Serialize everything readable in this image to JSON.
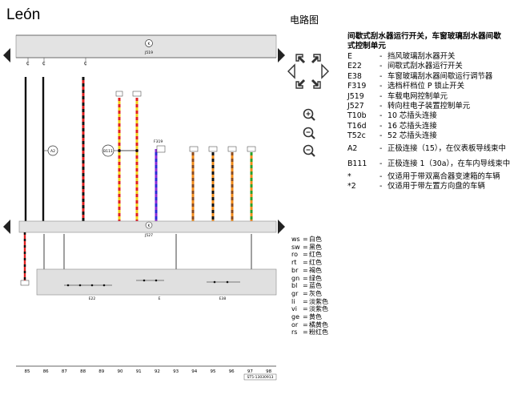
{
  "header": {
    "title": "León",
    "section_title": "电路图"
  },
  "legend": {
    "heading": "间歇式刮水器运行开关，车窗玻璃刮水器间歇式控制单元",
    "items": [
      {
        "code": "E",
        "desc": "挡风玻璃刮水器开关"
      },
      {
        "code": "E22",
        "desc": "间歇式刮水器运行开关"
      },
      {
        "code": "E38",
        "desc": "车窗玻璃刮水器间歇运行调节器"
      },
      {
        "code": "F319",
        "desc": "选档杆档位 P 锁止开关"
      },
      {
        "code": "J519",
        "desc": "车载电网控制单元"
      },
      {
        "code": "J527",
        "desc": "转向柱电子装置控制单元"
      },
      {
        "code": "T10b",
        "desc": "10 芯插头连接"
      },
      {
        "code": "T16d",
        "desc": "16 芯插头连接"
      },
      {
        "code": "T52c",
        "desc": "52 芯插头连接"
      },
      {
        "code": "A2",
        "desc": "正极连接（15），在仪表板导线束中"
      },
      {
        "code": "B111",
        "desc": "正极连接 1（30a），在车内导线束中"
      },
      {
        "code": "*",
        "desc": "仅适用于带双离合器变速箱的车辆"
      },
      {
        "code": "*2",
        "desc": "仅适用于带左置方向盘的车辆"
      }
    ]
  },
  "wire_colors": [
    {
      "code": "ws",
      "name": "白色"
    },
    {
      "code": "sw",
      "name": "黑色"
    },
    {
      "code": "ro",
      "name": "红色"
    },
    {
      "code": "rt",
      "name": "红色"
    },
    {
      "code": "br",
      "name": "褐色"
    },
    {
      "code": "gn",
      "name": "绿色"
    },
    {
      "code": "bl",
      "name": "蓝色"
    },
    {
      "code": "gr",
      "name": "灰色"
    },
    {
      "code": "li",
      "name": "淡紫色"
    },
    {
      "code": "vi",
      "name": "淡紫色"
    },
    {
      "code": "ge",
      "name": "黄色"
    },
    {
      "code": "or",
      "name": "橘黄色"
    },
    {
      "code": "rs",
      "name": "粉红色"
    }
  ],
  "diagram": {
    "j519_label": "J519",
    "j527_label": "J527",
    "e22_label": "E22",
    "e_label": "E",
    "e38_label": "E38",
    "a2_label": "A2",
    "b111_label": "B111",
    "f319_label": "F319",
    "grid_numbers": [
      "85",
      "86",
      "87",
      "88",
      "89",
      "90",
      "91",
      "92",
      "93",
      "94",
      "95",
      "96",
      "97",
      "98"
    ],
    "footer_code": "ST5-13030913",
    "colors": {
      "black": "#111111",
      "red": "#e02020",
      "yellow": "#f2d21b",
      "blue": "#2a2ad6",
      "violet": "#8a2bd6",
      "orange": "#f28c1b",
      "green": "#2aa02a",
      "brown": "#8b4a1c",
      "box_fill": "#e0e0e0"
    }
  }
}
